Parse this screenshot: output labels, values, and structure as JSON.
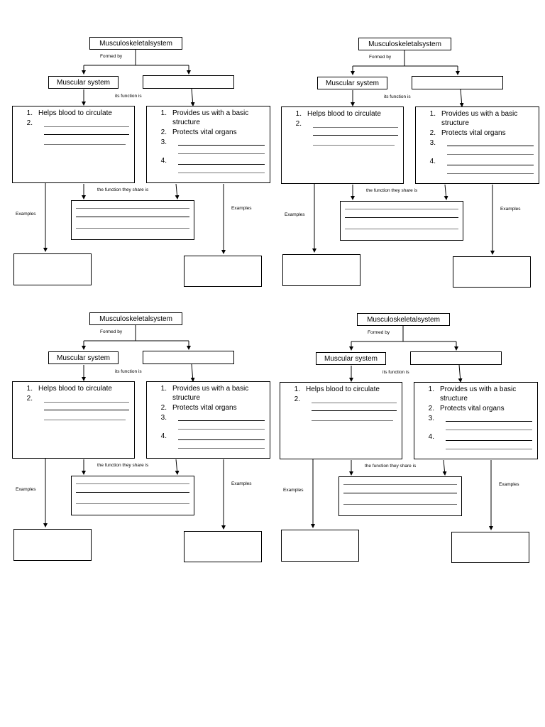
{
  "diagram": {
    "root": "Musculoskeletalsystem",
    "formed_by": "Formed by",
    "muscular": "Muscular system",
    "second_system": "",
    "its_function": "its function is",
    "shared_function": "the function they share is",
    "examples": "Examples",
    "muscular_functions": [
      "Helps blood to circulate",
      ""
    ],
    "skeletal_functions": [
      "Provides us with a basic structure",
      "Protects vital organs",
      "",
      ""
    ],
    "numbers": [
      "1.",
      "2.",
      "3.",
      "4."
    ]
  }
}
